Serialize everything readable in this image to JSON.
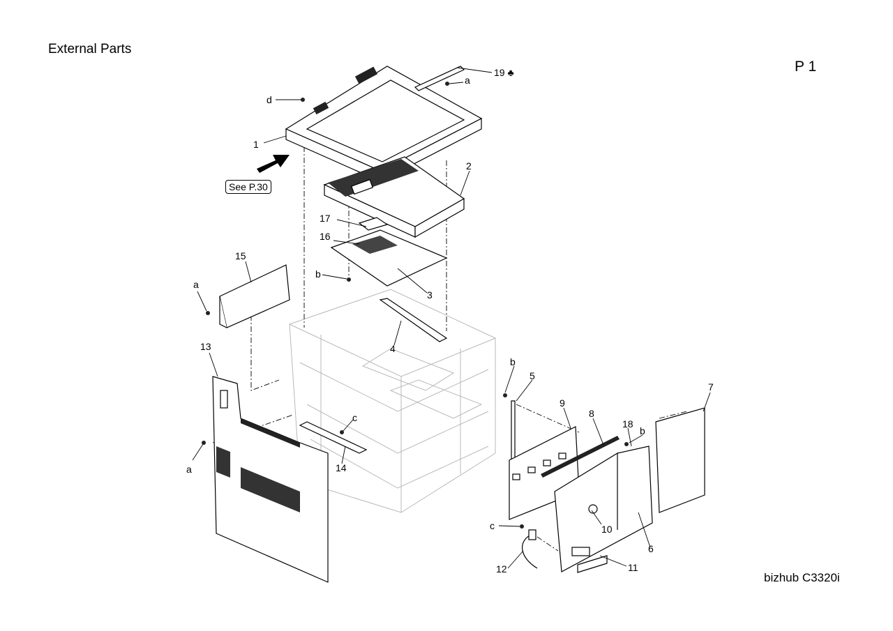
{
  "header": {
    "title": "External Parts",
    "page": "P 1"
  },
  "footer": {
    "model": "bizhub C3320i"
  },
  "reference": {
    "see_page": "See P.30"
  },
  "callouts": {
    "p1": "1",
    "p2": "2",
    "p3": "3",
    "p4": "4",
    "p5": "5",
    "p6": "6",
    "p7": "7",
    "p8": "8",
    "p9": "9",
    "p10": "10",
    "p11": "11",
    "p12": "12",
    "p13": "13",
    "p14": "14",
    "p15": "15",
    "p16": "16",
    "p17": "17",
    "p18": "18",
    "p19": "19 ♣",
    "d_top": "d",
    "a_top": "a",
    "b_mid": "b",
    "a_left": "a",
    "b_right1": "b",
    "b_right2": "b",
    "c_mid": "c",
    "a_bottom": "a",
    "c_bottom": "c"
  }
}
